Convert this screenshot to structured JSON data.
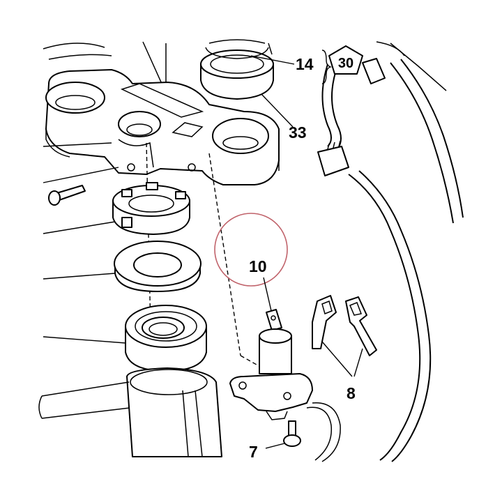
{
  "callouts": {
    "part_14": "14",
    "part_30": "30",
    "part_33": "33",
    "part_10": "10",
    "part_8": "8",
    "part_7": "7"
  },
  "colors": {
    "line": "#000000",
    "paper": "#ffffff",
    "highlight_circle": "#c0626a"
  }
}
